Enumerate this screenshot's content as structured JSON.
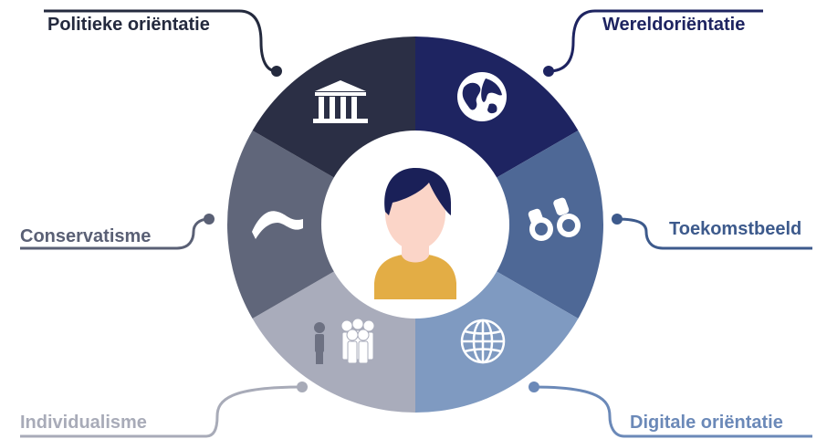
{
  "segments": [
    {
      "key": "wereld",
      "label": "Wereldoriëntatie",
      "color": "#1e2461",
      "label_color": "#1e2461",
      "icon": "globe-icon"
    },
    {
      "key": "toekomst",
      "label": "Toekomstbeeld",
      "color": "#4e6896",
      "label_color": "#3d5a8c",
      "icon": "binoculars-icon"
    },
    {
      "key": "digitaal",
      "label": "Digitale oriëntatie",
      "color": "#7f9ac1",
      "label_color": "#6b89b8",
      "icon": "world-grid-icon"
    },
    {
      "key": "individ",
      "label": "Individualisme",
      "color": "#a9acbb",
      "label_color": "#a8abb8",
      "icon": "crowd-icon"
    },
    {
      "key": "conserv",
      "label": "Conservatisme",
      "color": "#60667a",
      "label_color": "#5a6075",
      "icon": "wave-icon"
    },
    {
      "key": "politiek",
      "label": "Politieke oriëntatie",
      "color": "#2b2f45",
      "label_color": "#242a3e",
      "icon": "government-building-icon"
    }
  ],
  "center": {
    "icon": "person-avatar-icon",
    "hair_color": "#1a2058",
    "face_color": "#fbd5c8",
    "shirt_color": "#e3ad45"
  }
}
